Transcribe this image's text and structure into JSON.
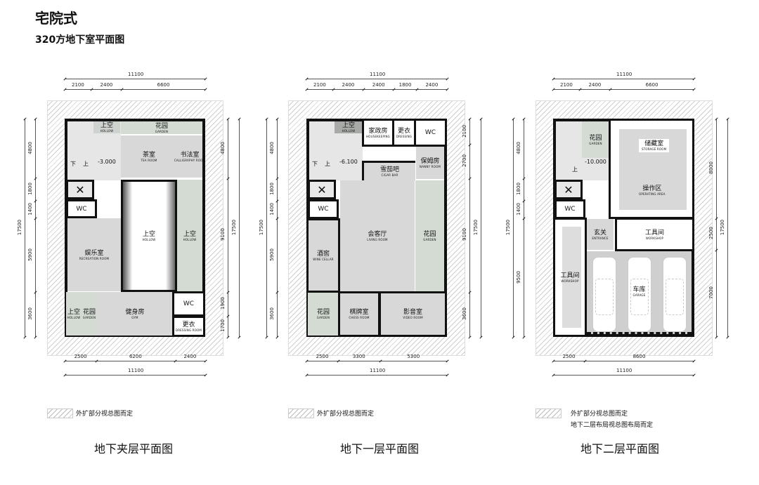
{
  "header": {
    "title": "宅院式",
    "subtitle": "320方地下室平面图"
  },
  "legend_text": "外扩部分视总图而定",
  "legend_note_b2": "地下二层布局视总图布局而定",
  "plans": [
    {
      "title": "地下夹层平面图",
      "level": "-3.000",
      "stairs": [
        "下",
        "上"
      ],
      "dims": {
        "total": "11100",
        "top": [
          "2100",
          "2400",
          "6600"
        ],
        "bottom": [
          "2500",
          "6200",
          "2400"
        ],
        "left": [
          "4800",
          "1800",
          "1400",
          "5900",
          "3600"
        ],
        "right": [
          "4800",
          "9100",
          "1900",
          "1700"
        ],
        "height": "17500"
      },
      "rooms": [
        {
          "cn": "上空",
          "en": "HOLLOW"
        },
        {
          "cn": "花园",
          "en": "GARDEN"
        },
        {
          "cn": "茶室",
          "en": "TEA ROOM"
        },
        {
          "cn": "书法室",
          "en": "CALLIGRAPHY ROOM"
        },
        {
          "cn": "WC",
          "en": ""
        },
        {
          "cn": "娱乐室",
          "en": "RECREATION ROOM"
        },
        {
          "cn": "上空",
          "en": "HOLLOW"
        },
        {
          "cn": "上空",
          "en": "HOLLOW"
        },
        {
          "cn": "上空",
          "en": "HOLLOW"
        },
        {
          "cn": "花园",
          "en": "GARDEN"
        },
        {
          "cn": "健身房",
          "en": "GYM"
        },
        {
          "cn": "WC",
          "en": ""
        },
        {
          "cn": "更衣",
          "en": "DRESSING ROOM"
        }
      ]
    },
    {
      "title": "地下一层平面图",
      "level": "-6.100",
      "stairs": [
        "下",
        "上"
      ],
      "dims": {
        "total": "11100",
        "top": [
          "2100",
          "2400",
          "2400",
          "1800",
          "2400"
        ],
        "bottom": [
          "2500",
          "3300",
          "5300"
        ],
        "left": [
          "4800",
          "1800",
          "1400",
          "5900",
          "3600"
        ],
        "right": [
          "2100",
          "2700",
          "9100",
          "3600"
        ],
        "height": "17500"
      },
      "rooms": [
        {
          "cn": "上空",
          "en": "HOLLOW"
        },
        {
          "cn": "家政房",
          "en": "HOUSEKEEPING"
        },
        {
          "cn": "更衣",
          "en": "DRESSING"
        },
        {
          "cn": "WC",
          "en": ""
        },
        {
          "cn": "保姆房",
          "en": "NANNY ROOM"
        },
        {
          "cn": "雪茄吧",
          "en": "CIGAR BAR"
        },
        {
          "cn": "WC",
          "en": ""
        },
        {
          "cn": "酒窖",
          "en": "WINE CELLAR"
        },
        {
          "cn": "会客厅",
          "en": "LIVING ROOM"
        },
        {
          "cn": "花园",
          "en": "GARDEN"
        },
        {
          "cn": "花园",
          "en": "GARDEN"
        },
        {
          "cn": "棋牌室",
          "en": "CHESS ROOM"
        },
        {
          "cn": "影音室",
          "en": "VIDEO ROOM"
        }
      ]
    },
    {
      "title": "地下二层平面图",
      "level": "-10.000",
      "stairs": [
        "上"
      ],
      "dims": {
        "total": "11100",
        "top": [
          "2100",
          "2400",
          "6600"
        ],
        "bottom": [
          "2500",
          "8600"
        ],
        "left": [
          "4800",
          "1800",
          "1400",
          "9500"
        ],
        "right": [
          "8000",
          "2500",
          "7000"
        ],
        "height": "17500"
      },
      "rooms": [
        {
          "cn": "花园",
          "en": "GARDEN"
        },
        {
          "cn": "储藏室",
          "en": "STORAGE ROOM"
        },
        {
          "cn": "操作区",
          "en": "OPERATING AREA"
        },
        {
          "cn": "WC",
          "en": ""
        },
        {
          "cn": "玄关",
          "en": "ENTRANCE"
        },
        {
          "cn": "工具间",
          "en": "WORKSHOP"
        },
        {
          "cn": "工具间",
          "en": "WORKSHOP"
        },
        {
          "cn": "车库",
          "en": "GARAGE"
        }
      ]
    }
  ]
}
